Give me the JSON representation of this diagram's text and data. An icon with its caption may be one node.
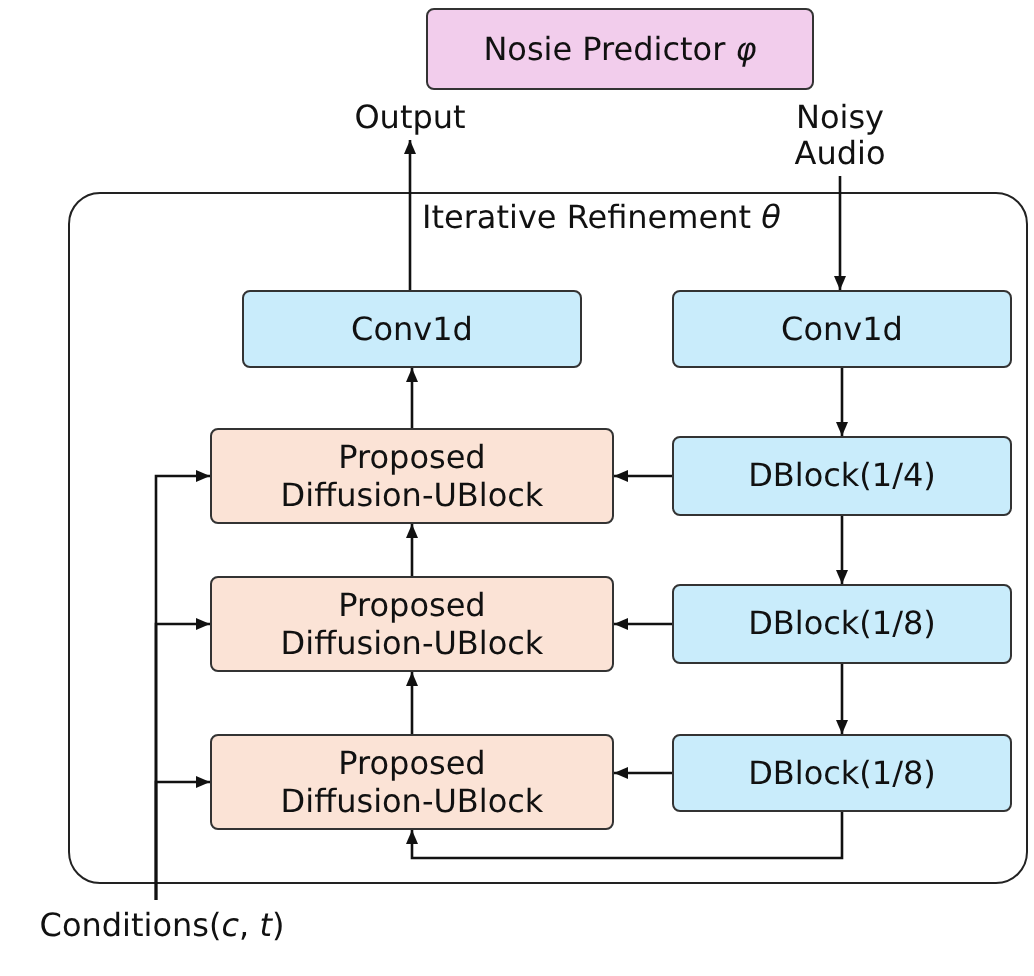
{
  "diagram": {
    "nodes": [
      {
        "text": [
          "Nosie Predictor *φ*"
        ]
      },
      {
        "text": [
          "Output"
        ]
      },
      {
        "text": [
          "Noisy Audio"
        ]
      },
      {
        "text": [
          "Iterative Refinement *θ*"
        ]
      },
      {
        "text": [
          "Conv1d"
        ],
        "in": 3
      },
      {
        "text": [
          "Conv1d"
        ],
        "in": 3
      },
      {
        "text": [
          "Proposed Diffusion-UBlock"
        ],
        "in": 3
      },
      {
        "text": [
          "DBlock(1/4)"
        ],
        "in": 3
      },
      {
        "text": [
          "Proposed Diffusion-UBlock"
        ],
        "in": 3
      },
      {
        "text": [
          "DBlock(1/8)"
        ],
        "in": 3
      },
      {
        "text": [
          "Proposed Diffusion-UBlock"
        ],
        "in": 3
      },
      {
        "text": [
          "DBlock(1/8)"
        ],
        "in": 3
      },
      {
        "text": [
          "Conditions(*c*, *t*)"
        ]
      }
    ],
    "edges": [
      {
        "from": 4,
        "to": 1,
        "arrow": "to"
      },
      {
        "from": 2,
        "to": 5,
        "arrow": "to"
      },
      {
        "from": 5,
        "to": 7,
        "arrow": "to"
      },
      {
        "from": 7,
        "to": 9,
        "arrow": "to"
      },
      {
        "from": 9,
        "to": 11,
        "arrow": "to"
      },
      {
        "from": 7,
        "to": 6,
        "arrow": "to"
      },
      {
        "from": 9,
        "to": 8,
        "arrow": "to"
      },
      {
        "from": 11,
        "to": 10,
        "arrow": "to"
      },
      {
        "from": 11,
        "to": 10,
        "arrow": "to"
      },
      {
        "from": 10,
        "to": 8,
        "arrow": "to"
      },
      {
        "from": 8,
        "to": 6,
        "arrow": "to"
      },
      {
        "from": 6,
        "to": 4,
        "arrow": "to"
      },
      {
        "from": 12,
        "to": 6,
        "arrow": "to"
      },
      {
        "from": 12,
        "to": 8,
        "arrow": "to"
      },
      {
        "from": 12,
        "to": 10,
        "arrow": "to"
      }
    ]
  }
}
